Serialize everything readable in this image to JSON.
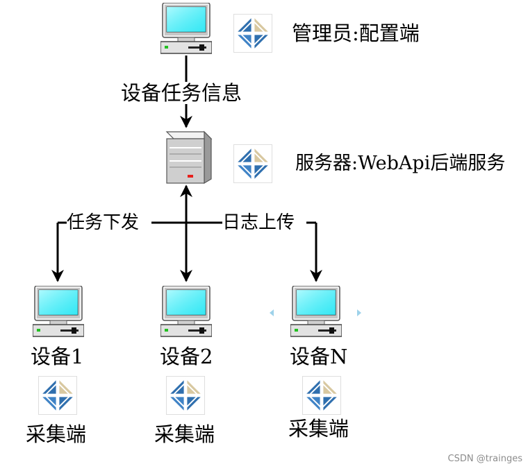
{
  "admin": {
    "label": "管理员:配置端",
    "icon": "computer-icon"
  },
  "flow_top": {
    "label": "设备任务信息"
  },
  "server": {
    "label": "服务器:WebApi后端服务",
    "icon": "server-icon"
  },
  "flow_down": {
    "label": "任务下发"
  },
  "flow_up": {
    "label": "日志上传"
  },
  "devices": [
    {
      "name": "设备1",
      "role": "采集端"
    },
    {
      "name": "设备2",
      "role": "采集端"
    },
    {
      "name": "设备N",
      "role": "采集端"
    }
  ],
  "watermark": "CSDN @trainges",
  "colors": {
    "screen": "#20e8f4",
    "app_blue": "#2f6fae",
    "app_tan": "#d8c8a0",
    "arrow": "#000000",
    "server_led": "#e8201c"
  }
}
